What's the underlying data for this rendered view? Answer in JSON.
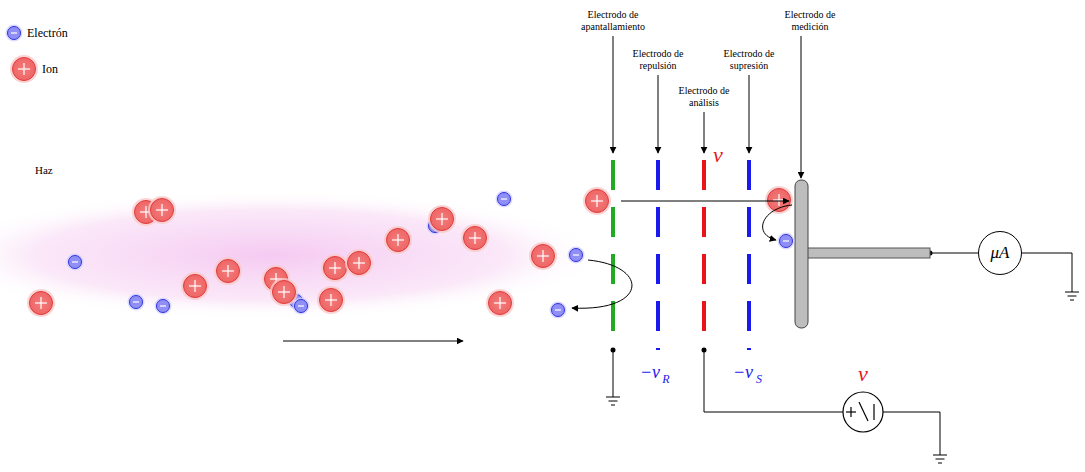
{
  "diagram": {
    "nodes": [
      {
        "text": [
          "μA"
        ]
      }
    ],
    "labels": [
      "Haz",
      "Electrodo de apantallamiento",
      "Electrodo de repulsión",
      "Electrodo de análisis",
      "Electrodo de supresión",
      "Electrodo de medición",
      "v",
      "−v",
      "R",
      "−v",
      "S",
      "v"
    ],
    "legend": [
      {
        "text": "Electrón"
      },
      {
        "text": "Ion"
      }
    ]
  }
}
